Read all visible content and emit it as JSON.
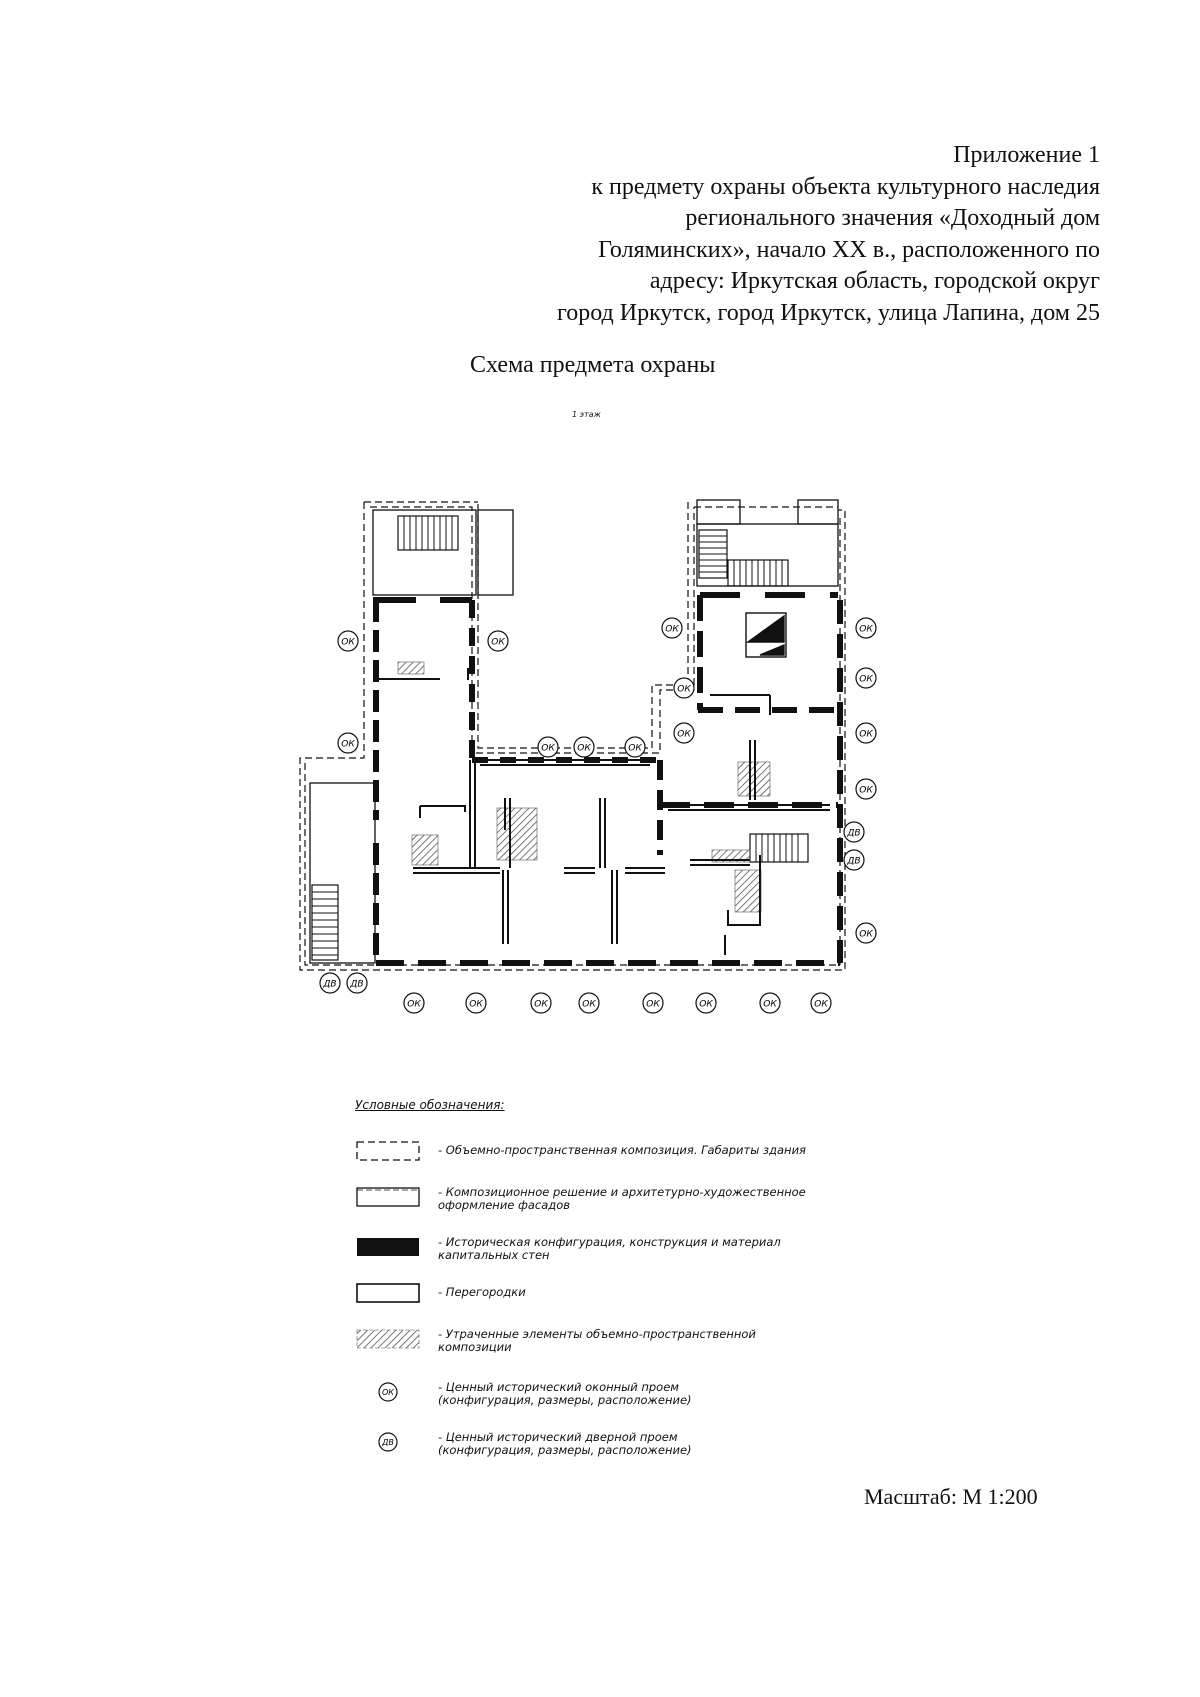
{
  "header": {
    "lines": [
      "Приложение 1",
      "к предмету охраны объекта культурного наследия",
      "регионального значения «Доходный дом",
      "Голяминских», начало XX в., расположенного по",
      "адресу: Иркутская область, городской округ",
      "город Иркутск, город Иркутск, улица Лапина, дом 25"
    ]
  },
  "title": "Схема предмета охраны",
  "floor_label": "1 этаж",
  "markers": {
    "window": "ОК",
    "door": "ДВ"
  },
  "legend": {
    "title": "Условные обозначения:",
    "items": [
      {
        "symbol": "dashed-outline",
        "line1": "- Объемно-пространственная композиция. Габариты здания",
        "line2": ""
      },
      {
        "symbol": "facade-outline",
        "line1": "- Композиционное решение и архитетурно-художественное",
        "line2": "оформление фасадов"
      },
      {
        "symbol": "black-wall",
        "line1": "- Историческая конфигурация, конструкция и материал",
        "line2": "капитальных стен"
      },
      {
        "symbol": "partition",
        "line1": "- Перегородки",
        "line2": ""
      },
      {
        "symbol": "hatched",
        "line1": "- Утраченные элементы объемно-пространственной",
        "line2": "композиции"
      },
      {
        "symbol": "window-marker",
        "line1": "- Ценный исторический оконный проем",
        "line2": "(конфигурация, размеры, расположение)"
      },
      {
        "symbol": "door-marker",
        "line1": "- Ценный исторический дверной проем",
        "line2": "(конфигурация, размеры, расположение)"
      }
    ]
  },
  "scale": "Масштаб: М 1:200",
  "colors": {
    "ink": "#111111",
    "hatch": "#555555",
    "paper": "#ffffff"
  }
}
